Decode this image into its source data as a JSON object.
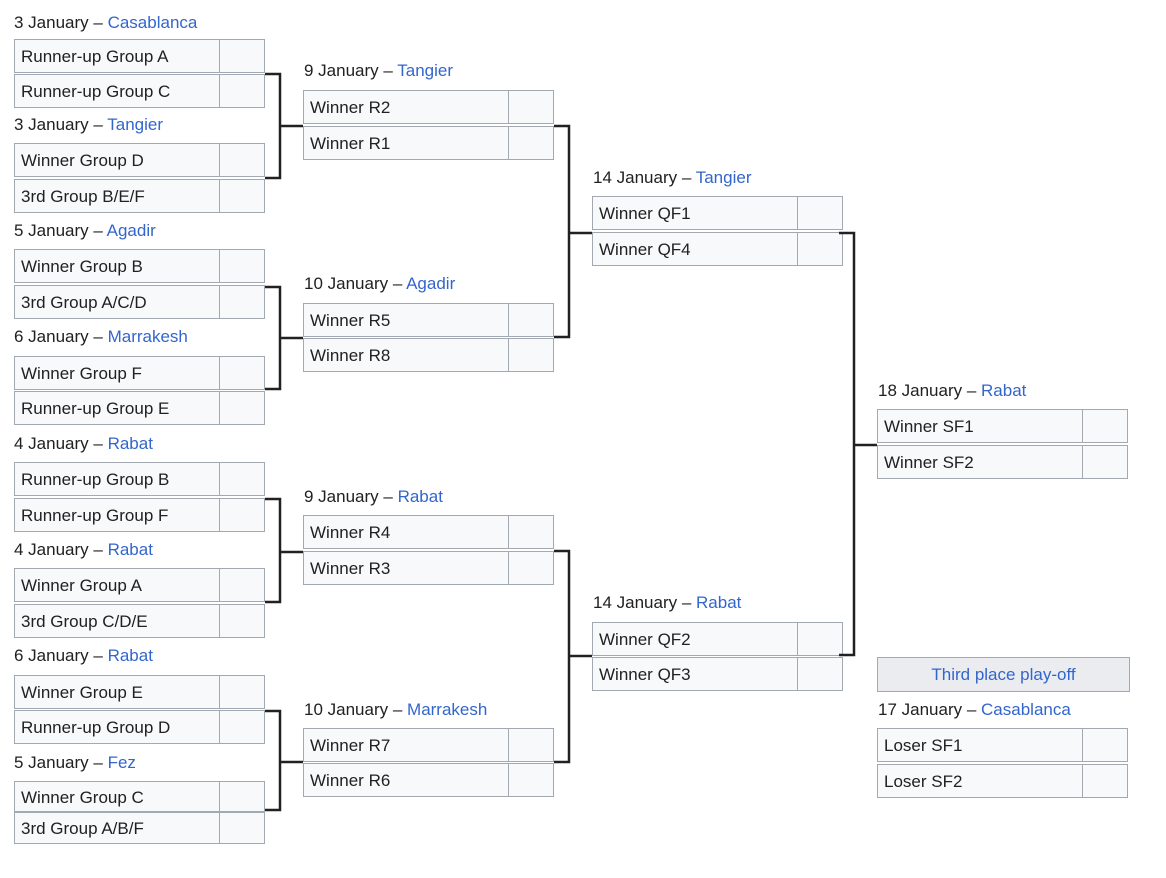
{
  "bracket": {
    "r16": [
      {
        "date": "3 January",
        "venue": "Casablanca",
        "teams": [
          "Runner-up Group A",
          "Runner-up Group C"
        ]
      },
      {
        "date": "3 January",
        "venue": "Tangier",
        "teams": [
          "Winner Group D",
          "3rd Group B/E/F"
        ]
      },
      {
        "date": "5 January",
        "venue": "Agadir",
        "teams": [
          "Winner Group B",
          "3rd Group A/C/D"
        ]
      },
      {
        "date": "6 January",
        "venue": "Marrakesh",
        "teams": [
          "Winner Group F",
          "Runner-up Group E"
        ]
      },
      {
        "date": "4 January",
        "venue": "Rabat",
        "teams": [
          "Runner-up Group B",
          "Runner-up Group F"
        ]
      },
      {
        "date": "4 January",
        "venue": "Rabat",
        "teams": [
          "Winner Group A",
          "3rd Group C/D/E"
        ]
      },
      {
        "date": "6 January",
        "venue": "Rabat",
        "teams": [
          "Winner Group E",
          "Runner-up Group D"
        ]
      },
      {
        "date": "5 January",
        "venue": "Fez",
        "teams": [
          "Winner Group C",
          "3rd Group A/B/F"
        ]
      }
    ],
    "qf": [
      {
        "date": "9 January",
        "venue": "Tangier",
        "teams": [
          "Winner R2",
          "Winner R1"
        ]
      },
      {
        "date": "10 January",
        "venue": "Agadir",
        "teams": [
          "Winner R5",
          "Winner R8"
        ]
      },
      {
        "date": "9 January",
        "venue": "Rabat",
        "teams": [
          "Winner R4",
          "Winner R3"
        ]
      },
      {
        "date": "10 January",
        "venue": "Marrakesh",
        "teams": [
          "Winner R7",
          "Winner R6"
        ]
      }
    ],
    "sf": [
      {
        "date": "14 January",
        "venue": "Tangier",
        "teams": [
          "Winner QF1",
          "Winner QF4"
        ]
      },
      {
        "date": "14 January",
        "venue": "Rabat",
        "teams": [
          "Winner QF2",
          "Winner QF3"
        ]
      }
    ],
    "final": {
      "date": "18 January",
      "venue": "Rabat",
      "teams": [
        "Winner SF1",
        "Winner SF2"
      ]
    },
    "third_place": {
      "label": "Third place play-off",
      "date": "17 January",
      "venue": "Casablanca",
      "teams": [
        "Loser SF1",
        "Loser SF2"
      ]
    },
    "separator": " – "
  }
}
